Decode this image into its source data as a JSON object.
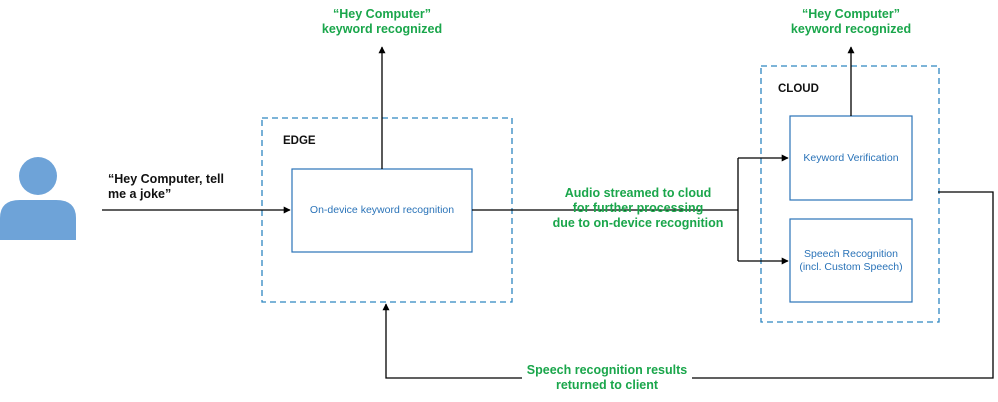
{
  "user": {
    "utterance_line1": "“Hey Computer, tell",
    "utterance_line2": "me a joke”"
  },
  "edge": {
    "label": "EDGE",
    "recognition_box": "On-device keyword recognition",
    "output_line1": "“Hey Computer”",
    "output_line2": "keyword recognized"
  },
  "transfer": {
    "line1": "Audio streamed to cloud",
    "line2": "for further processing",
    "line3": "due to on-device recognition"
  },
  "cloud": {
    "label": "CLOUD",
    "verification_box": "Keyword Verification",
    "speech_box_line1": "Speech Recognition",
    "speech_box_line2": "(incl. Custom Speech)",
    "output_line1": "“Hey Computer”",
    "output_line2": "keyword recognized"
  },
  "results": {
    "line1": "Speech recognition results",
    "line2": "returned to client"
  },
  "colors": {
    "dashed_border": "#2e86c1",
    "box_border": "#2a73b8",
    "user_icon": "#6ea3d8",
    "accent_text": "#1aa64b",
    "arrow": "#000000"
  }
}
